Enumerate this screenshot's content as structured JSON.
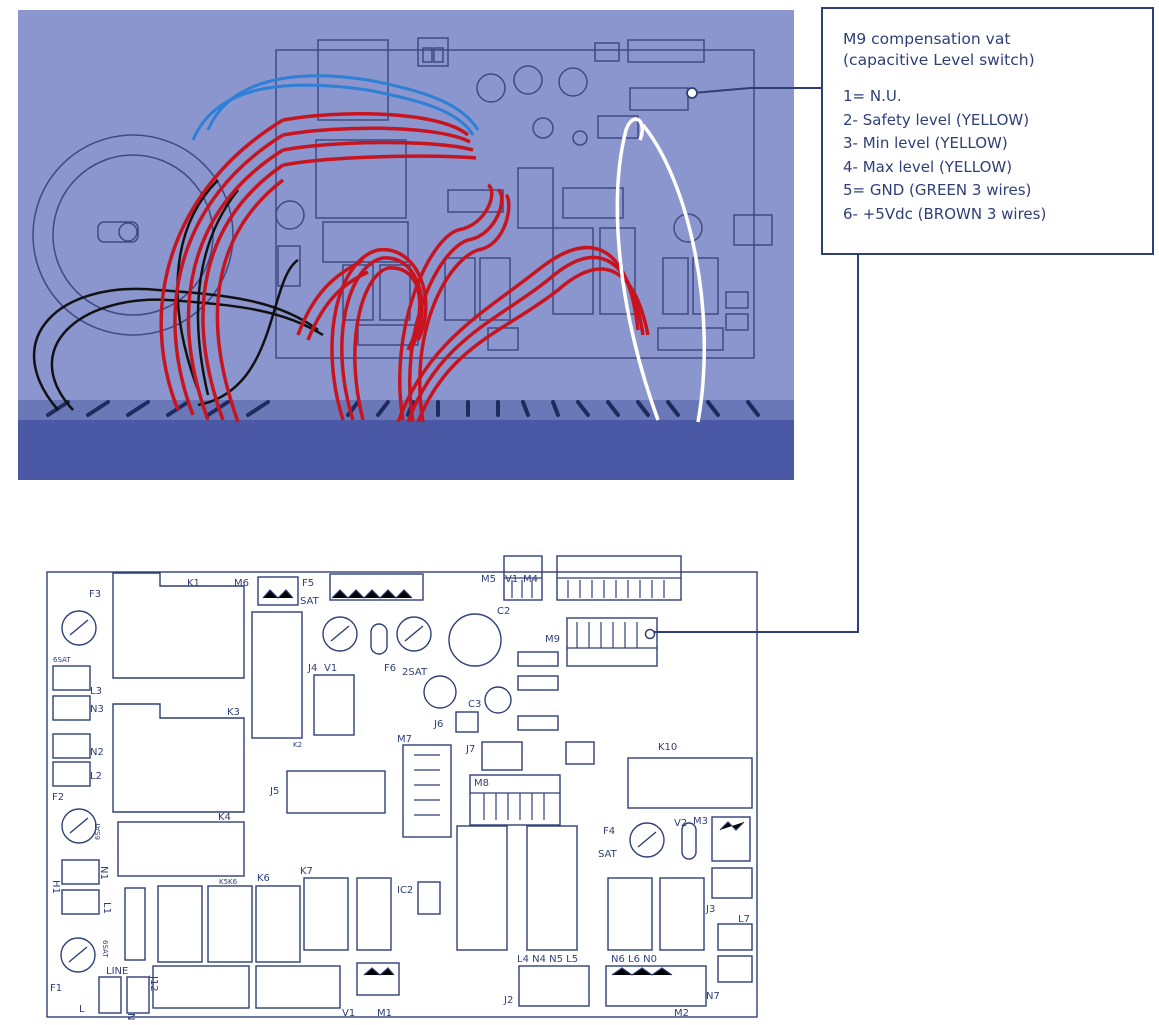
{
  "callout": {
    "title_line1": "M9 compensation vat",
    "title_line2": "(capacitive Level switch)",
    "pins": [
      "1= N.U.",
      "2- Safety level (YELLOW)",
      "3- Min level (YELLOW)",
      "4- Max level (YELLOW)",
      "5= GND (GREEN 3 wires)",
      "6- +5Vdc (BROWN 3 wires)"
    ]
  },
  "board_labels": {
    "k1": "K1",
    "m6": "M6",
    "f5": "F5",
    "sat_f5": "SAT",
    "m5": "M5",
    "v1_top": "V1",
    "m4": "M4",
    "f3": "F3",
    "sat_f3": "6SAT",
    "c2": "C2",
    "m9": "M9",
    "j4": "J4",
    "v1": "V1",
    "f6": "F6",
    "sat_f6": "2SAT",
    "l3": "L3",
    "n3": "N3",
    "k3": "K3",
    "k2": "K2",
    "c3": "C3",
    "j6": "J6",
    "m7": "M7",
    "j7": "J7",
    "k10": "K10",
    "n2": "N2",
    "l2": "L2",
    "j5": "J5",
    "m8": "M8",
    "f2": "F2",
    "sat_f2": "6SAT",
    "k4": "K4",
    "n1": "N1",
    "f4": "F4",
    "sat_f4": "SAT",
    "v2": "V2",
    "m3": "M3",
    "k5k6": "K5K6",
    "k6": "K6",
    "k7": "K7",
    "ic2": "IC2",
    "h1": "H1",
    "l1": "L1",
    "j3": "J3",
    "l7": "L7",
    "f1": "F1",
    "sat_f1": "6SAT",
    "line": "LINE",
    "j12": "J12",
    "row_l4": "L4 N4 N5 L5",
    "row_n6": "N6 L6 N0",
    "j2": "J2",
    "v1_bottom": "V1",
    "m1": "M1",
    "m2": "M2",
    "n7": "N7",
    "l_bottom": "L",
    "n_bottom": "N"
  },
  "colors": {
    "photo_bg": "#8a96cd",
    "board_line": "#3e4a82",
    "wire_red": "#c8141e",
    "wire_black": "#111111",
    "wire_blue": "#2e7fd6",
    "wire_white": "#ffffff",
    "callout_border": "#2e3f78",
    "schematic_line": "#2e3f78"
  }
}
